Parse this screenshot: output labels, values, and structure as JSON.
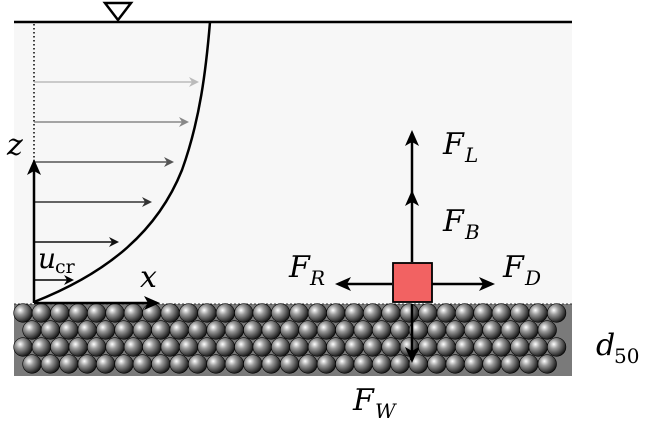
{
  "labels": {
    "z": "z",
    "x": "x",
    "u_main": "u",
    "u_sub": "cr",
    "fl_main": "F",
    "fl_sub": "L",
    "fb_main": "F",
    "fb_sub": "B",
    "fr_main": "F",
    "fr_sub": "R",
    "fd_main": "F",
    "fd_sub": "D",
    "fw_main": "F",
    "fw_sub": "W",
    "d_main": "d",
    "d_sub": "50"
  },
  "colors": {
    "water": "#f7f7f7",
    "bed": "#7a7a7a",
    "particle": "#f26262",
    "profile_arrows": [
      "#bbbbbb",
      "#888888",
      "#555555",
      "#333333",
      "#111111",
      "#000000"
    ]
  },
  "icons": {
    "water_surface_marker": "inverted-triangle"
  }
}
